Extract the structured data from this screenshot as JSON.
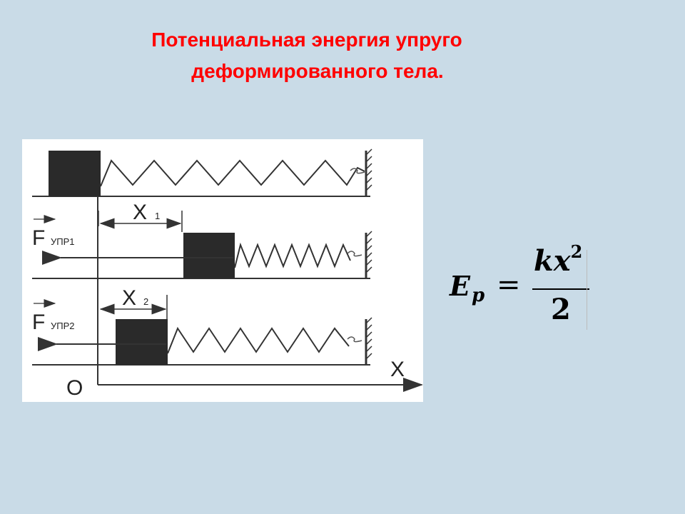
{
  "title": {
    "line1": "Потенциальная  энергия  упруго",
    "line2": "деформированного  тела."
  },
  "diagram": {
    "x1_label": "X",
    "x1_sub": "1",
    "x2_label": "X",
    "x2_sub": "2",
    "f1_label": "F",
    "f1_sub": "УПР1",
    "f2_label": "F",
    "f2_sub": "УПР2",
    "axis_label": "X",
    "origin_label": "O"
  },
  "formula": {
    "lhs": "E",
    "lhs_sub": "p",
    "eq": "=",
    "num": "kx",
    "num_sup": "2",
    "den": "2"
  }
}
